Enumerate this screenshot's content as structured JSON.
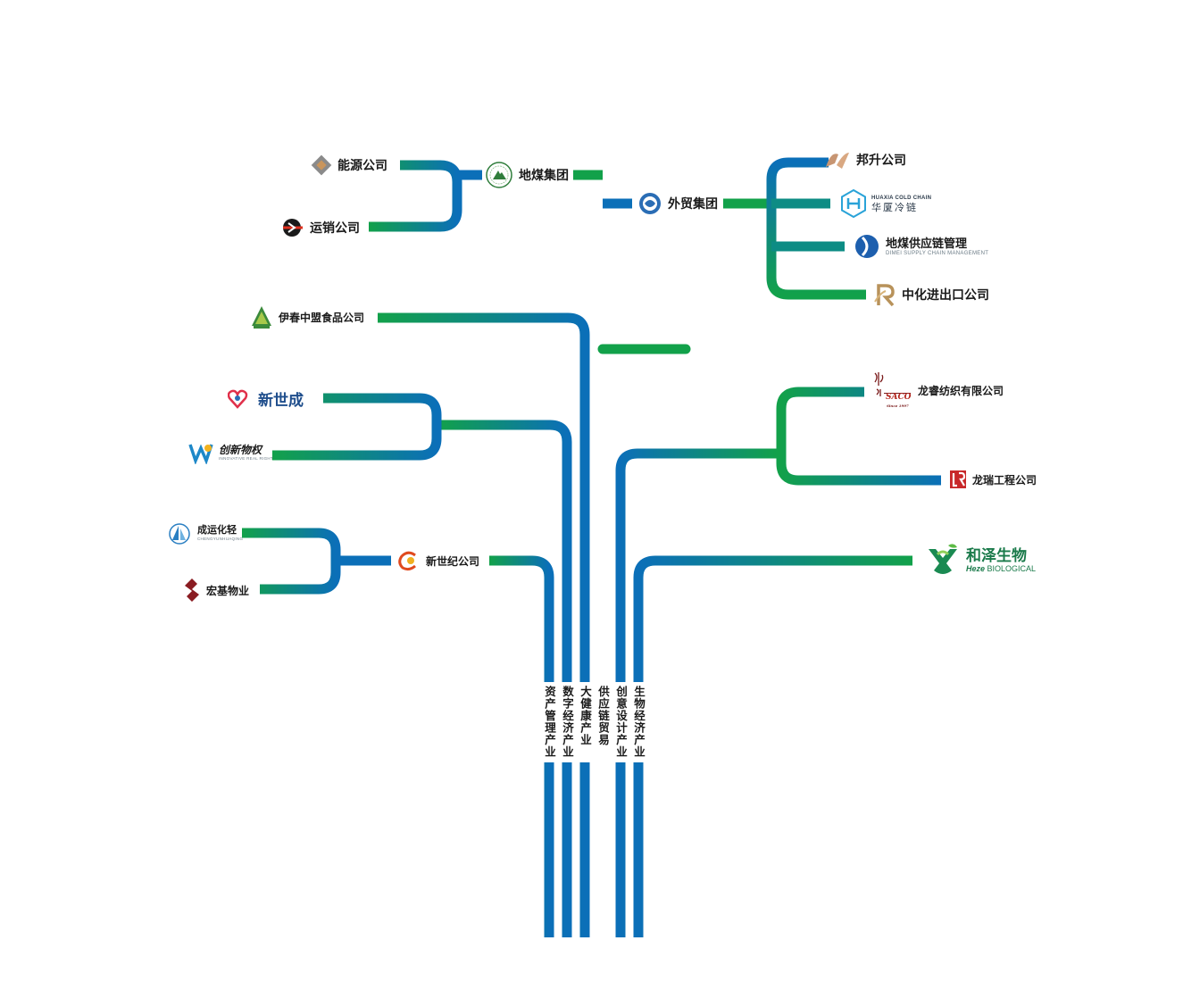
{
  "colors": {
    "green": "#12a14a",
    "teal": "#0d8c84",
    "blue": "#0b6fb8"
  },
  "industries": [
    {
      "name": "资产管理产业"
    },
    {
      "name": "数字经济产业"
    },
    {
      "name": "大健康产业"
    },
    {
      "name": "供应链贸易"
    },
    {
      "name": "创意设计产业"
    },
    {
      "name": "生物经济产业"
    }
  ],
  "nodes": {
    "dimei_group": "地煤集团",
    "energy": "能源公司",
    "transport_sales": "运销公司",
    "foreign_trade_group": "外贸集团",
    "bangsheng": "邦升公司",
    "huaxia_cold_chain": {
      "en": "HUAXIA COLD CHAIN",
      "cn": "华厦冷链"
    },
    "dimei_supply_chain": {
      "cn": "地煤供应链管理",
      "en": "DIMEI SUPPLY CHAIN MANAGEMENT"
    },
    "zhonghua_import_export": "中化进出口公司",
    "yichun_zhongmeng": "伊春中盟食品公司",
    "xinshicheng": "新世成",
    "chuangxin_wuquan": {
      "cn": "创新物权",
      "en": "INNOVATIVE REAL RIGHT"
    },
    "chengyun_huaqing": {
      "cn": "成运化轻",
      "en": "CHENGYUNHUAQING"
    },
    "hongji_property": "宏基物业",
    "new_century": "新世纪公司",
    "longrui_textile": "龙睿纺织有限公司",
    "saco_logo": {
      "mark": "SACO",
      "since": "Since 1997"
    },
    "longrui_engineering": "龙瑞工程公司",
    "heze_bio": {
      "cn": "和泽生物",
      "en_brand": "Heze",
      "en_rest": "BIOLOGICAL"
    }
  }
}
